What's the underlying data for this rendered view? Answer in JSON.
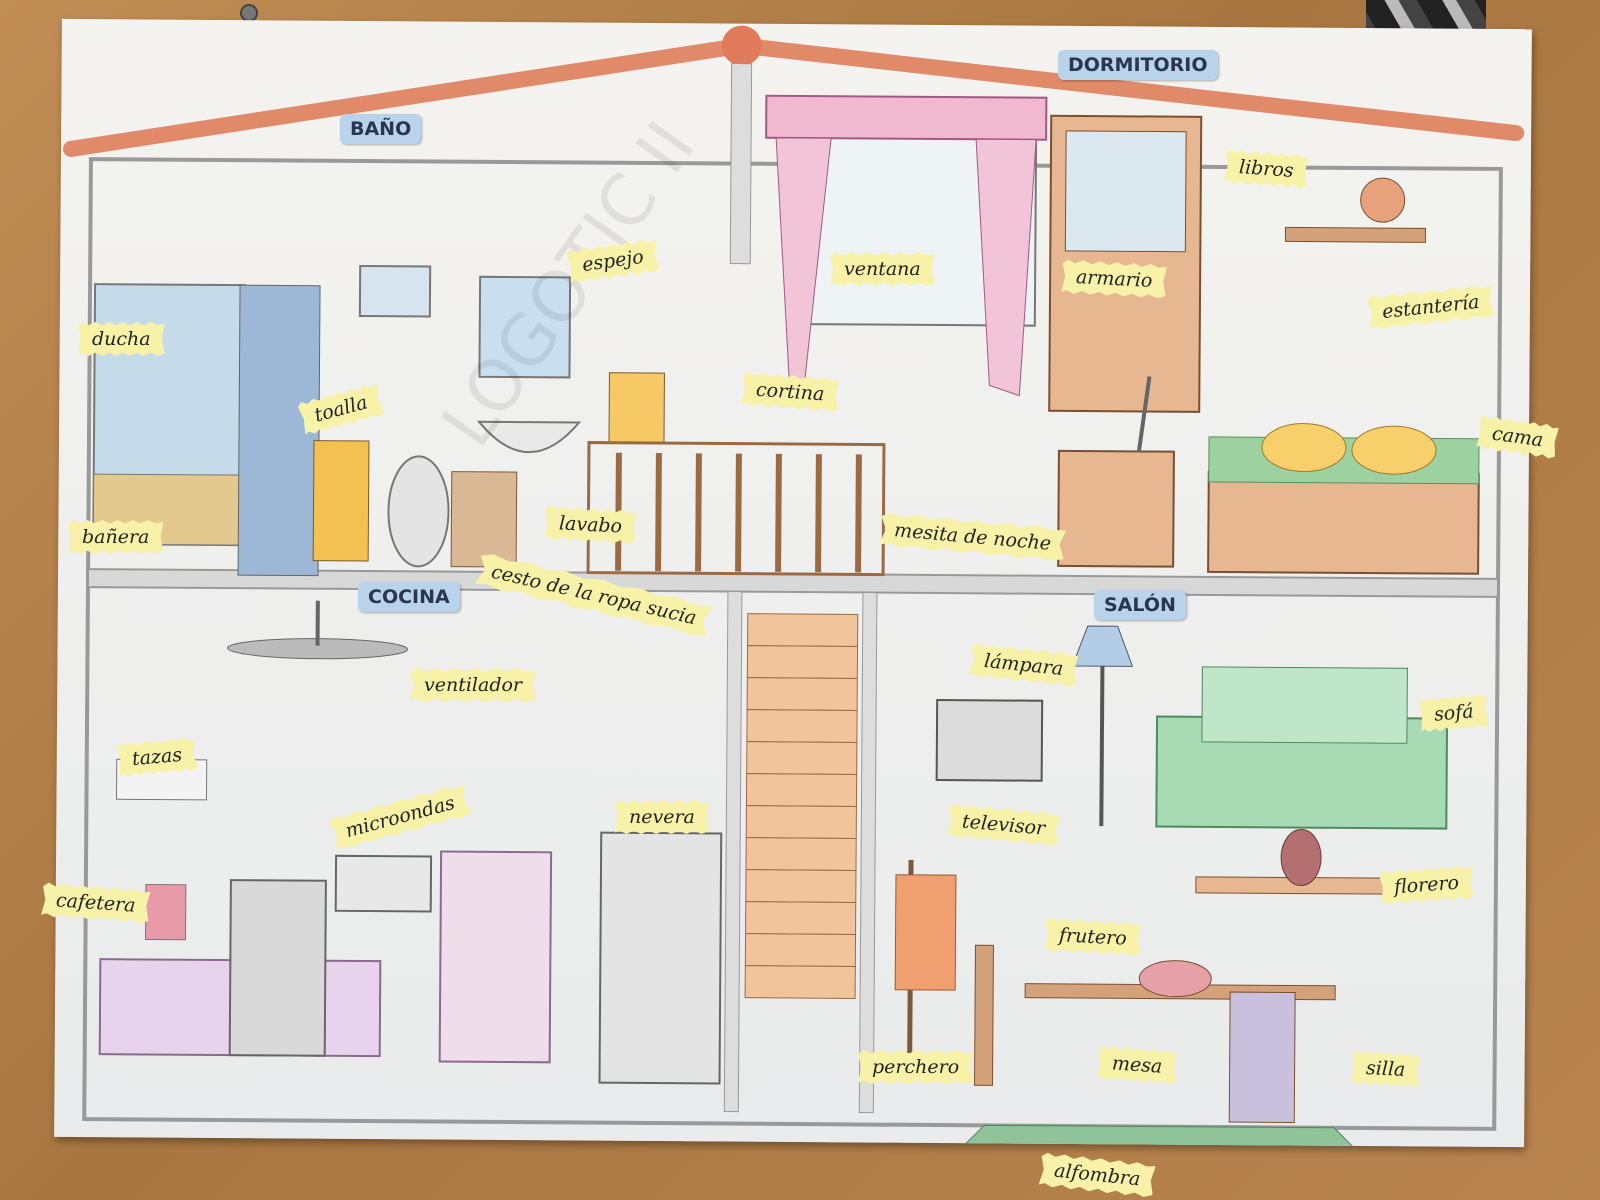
{
  "rooms": {
    "bano": "BAÑO",
    "dormitorio": "DORMITORIO",
    "cocina": "COCINA",
    "salon": "SALÓN"
  },
  "labels": {
    "espejo": "espejo",
    "ducha": "ducha",
    "toalla": "toalla",
    "banera": "bañera",
    "lavabo": "lavabo",
    "cesto": "cesto de la ropa sucia",
    "ventana": "ventana",
    "armario": "armario",
    "libros": "libros",
    "estanteria": "estantería",
    "cortina": "cortina",
    "cama": "cama",
    "mesita": "mesita de noche",
    "ventilador": "ventilador",
    "tazas": "tazas",
    "microondas": "microondas",
    "nevera": "nevera",
    "cafetera": "cafetera",
    "lampara": "lámpara",
    "sofa": "sofá",
    "televisor": "televisor",
    "florero": "florero",
    "frutero": "frutero",
    "perchero": "perchero",
    "mesa": "mesa",
    "silla": "silla",
    "alfombra": "alfombra"
  },
  "watermark": "LOGOTIC II"
}
